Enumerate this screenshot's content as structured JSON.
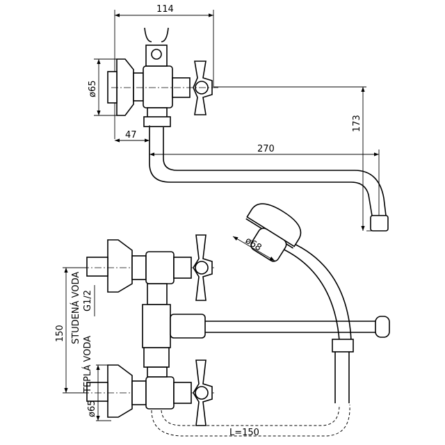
{
  "top_view": {
    "dim_width": "114",
    "dim_plate_diameter": "ø65",
    "dim_offset": "47",
    "dim_height": "173",
    "dim_spout_length": "270"
  },
  "front_view": {
    "dim_shower_diameter": "ø68",
    "label_cold_water": "STUDENÁ VODA",
    "label_thread": "G1/2",
    "dim_spacing": "150",
    "label_hot_water": "TEPLÁ VODA",
    "dim_plate_diameter": "ø65",
    "dim_hose_length": "L=150"
  }
}
